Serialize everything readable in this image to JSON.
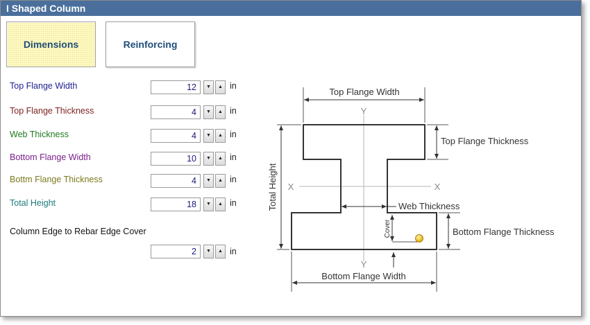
{
  "window": {
    "title": "I Shaped Column"
  },
  "tabs": [
    {
      "label": "Dimensions",
      "active": true
    },
    {
      "label": "Reinforcing",
      "active": false
    }
  ],
  "fields": [
    {
      "label": "Top Flange Width",
      "value": "12",
      "unit": "in",
      "color": "#1f1f8f"
    },
    {
      "label": "Top Flange Thickness",
      "value": "4",
      "unit": "in",
      "color": "#7a1f1f"
    },
    {
      "label": "Web Thickness",
      "value": "4",
      "unit": "in",
      "color": "#1f7a1f"
    },
    {
      "label": "Bottom Flange Width",
      "value": "10",
      "unit": "in",
      "color": "#7a1f8a"
    },
    {
      "label": "Bottm Flange Thickness",
      "value": "4",
      "unit": "in",
      "color": "#7a7a1f"
    },
    {
      "label": "Total Height",
      "value": "18",
      "unit": "in",
      "color": "#1f7a7a"
    }
  ],
  "cover": {
    "label": "Column Edge to Rebar Edge Cover",
    "value": "2",
    "unit": "in",
    "color": "#111111"
  },
  "spinner": {
    "down_icon": "▼",
    "up_icon": "▲"
  },
  "diagram": {
    "top_flange_width": "Top Flange Width",
    "top_flange_thickness": "Top Flange Thickness",
    "total_height": "Total Height",
    "web_thickness": "Web Thickness",
    "bottom_flange_thickness": "Bottom Flange Thickness",
    "bottom_flange_width": "Bottom Flange Width",
    "cover": "Cover",
    "axis_x": "X",
    "axis_y": "Y"
  }
}
